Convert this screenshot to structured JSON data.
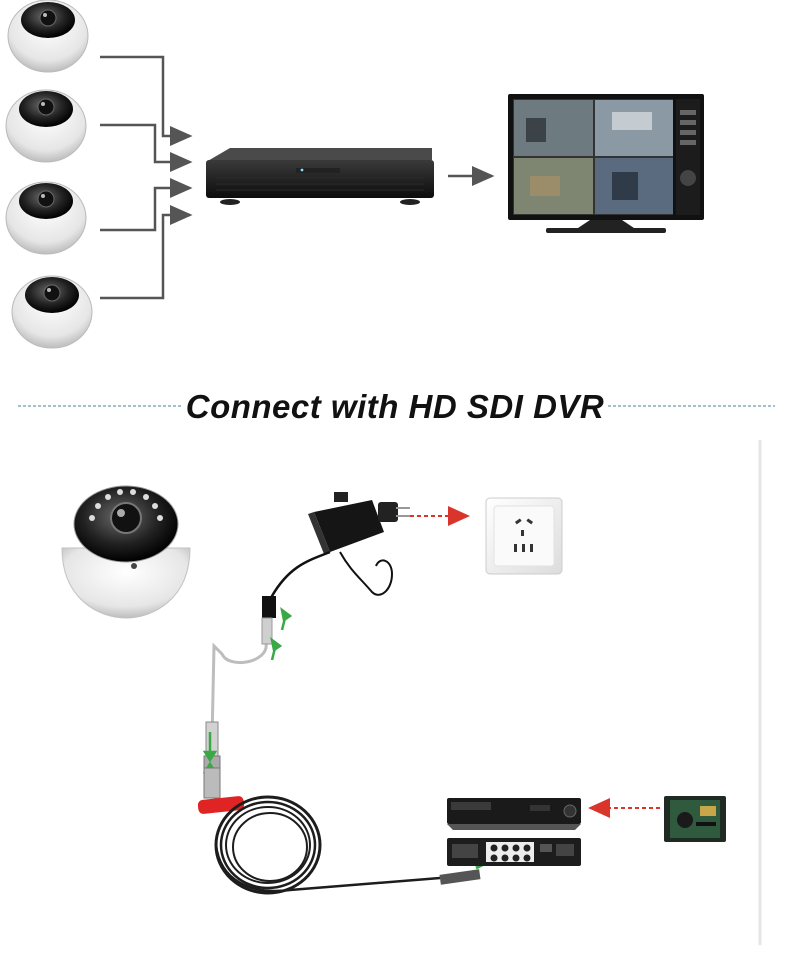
{
  "title": "Connect with HD SDI DVR",
  "cameras_top": [
    {
      "id": "camera-1"
    },
    {
      "id": "camera-2"
    },
    {
      "id": "camera-3"
    },
    {
      "id": "camera-4"
    }
  ],
  "colors": {
    "wire": "#555555",
    "red_arrow": "#d9352b",
    "green_arrow": "#3aa844",
    "divider": "#6a9bb5",
    "red_connector": "#e02424"
  },
  "icons": [
    "dome-camera-icon",
    "dvr-icon",
    "monitor-icon",
    "power-adapter-icon",
    "wall-socket-icon",
    "hard-drive-icon",
    "coax-cable-icon"
  ]
}
